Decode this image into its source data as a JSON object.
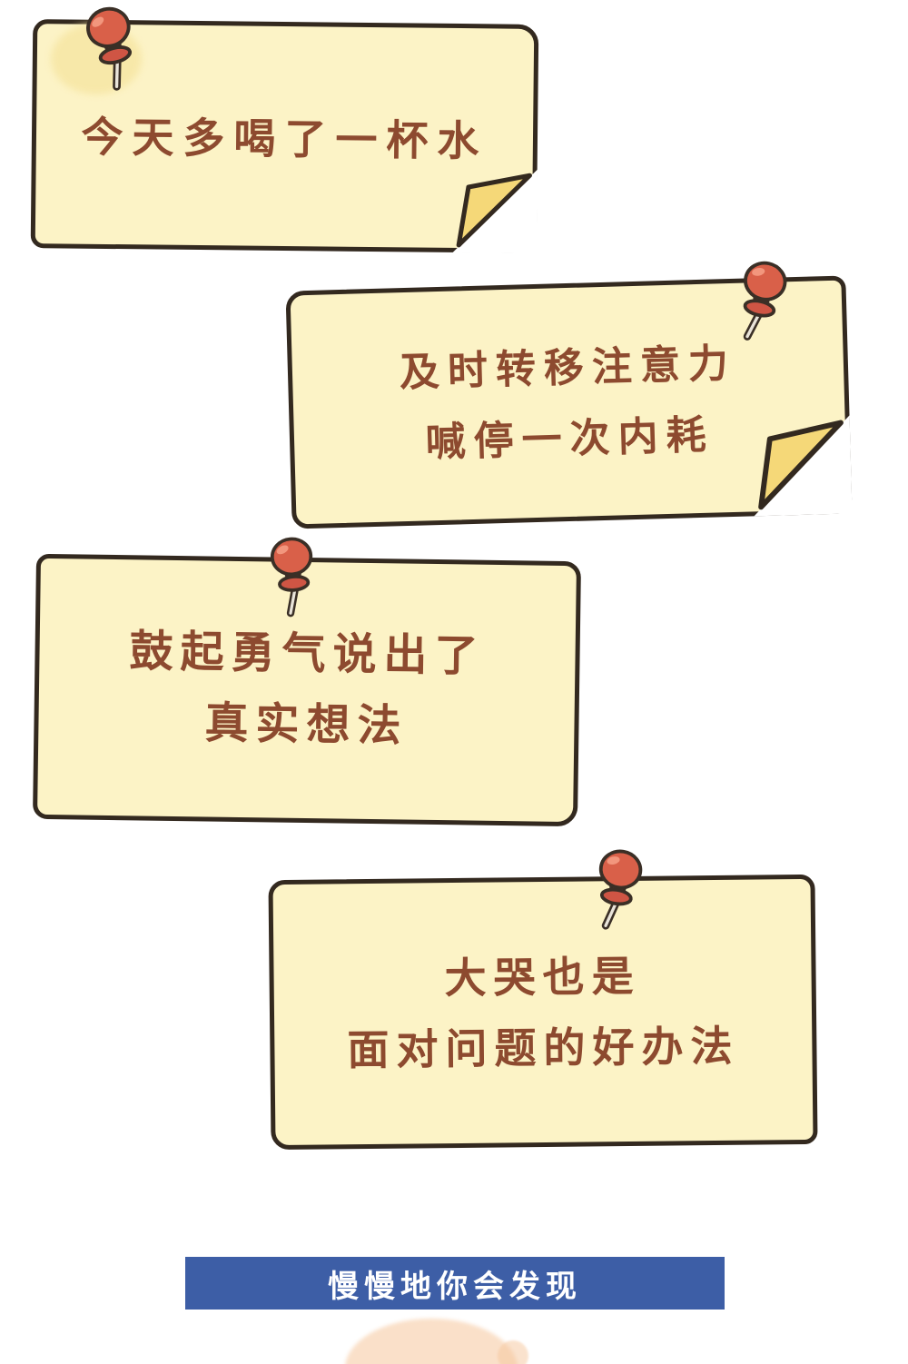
{
  "notes": [
    {
      "lines": [
        "今天多喝了一杯水"
      ]
    },
    {
      "lines": [
        "及时转移注意力",
        "喊停一次内耗"
      ]
    },
    {
      "lines": [
        "鼓起勇气说出了",
        "真实想法"
      ]
    },
    {
      "lines": [
        "大哭也是",
        "面对问题的好办法"
      ]
    }
  ],
  "banner": {
    "label": "慢慢地你会发现"
  },
  "colors": {
    "note_fill": "#FCF3C6",
    "note_fold": "#F5D878",
    "outline": "#33291F",
    "note_text": "#8D4A2F",
    "pin_red": "#D96049",
    "banner_bg": "#3D5EA6",
    "banner_text": "#FFFFFF"
  }
}
